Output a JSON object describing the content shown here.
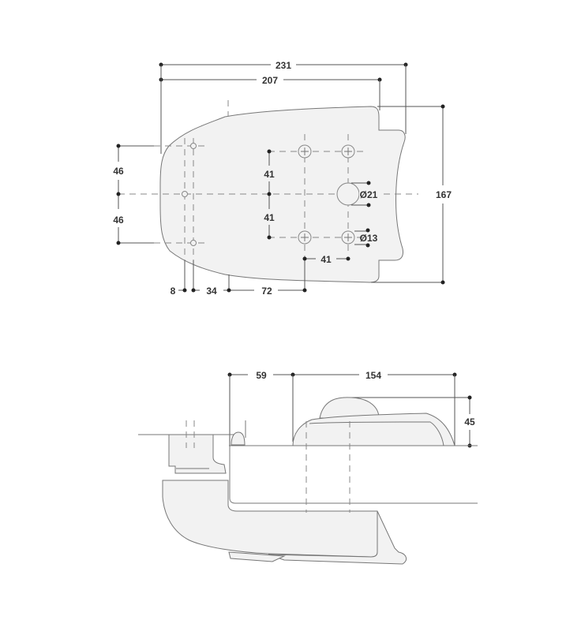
{
  "drawing": {
    "plan_view": {
      "dimensions": {
        "overall_length": "231",
        "body_length": "207",
        "overall_width": "167",
        "left_hole_spacing_top": "46",
        "left_hole_spacing_bottom": "46",
        "center_hole_spacing_top": "41",
        "center_hole_spacing_bottom": "41",
        "horizontal_hole_spacing": "41",
        "large_hole_diameter": "Ø21",
        "small_hole_diameter": "Ø13",
        "offset_a": "8",
        "offset_b": "34",
        "offset_c": "72"
      }
    },
    "side_view": {
      "dimensions": {
        "mount_offset": "59",
        "top_length": "154",
        "height": "45"
      }
    },
    "colors": {
      "body_fill": "#f2f2f2",
      "outline": "#777777",
      "dimension_line": "#555555",
      "text": "#333333"
    }
  }
}
